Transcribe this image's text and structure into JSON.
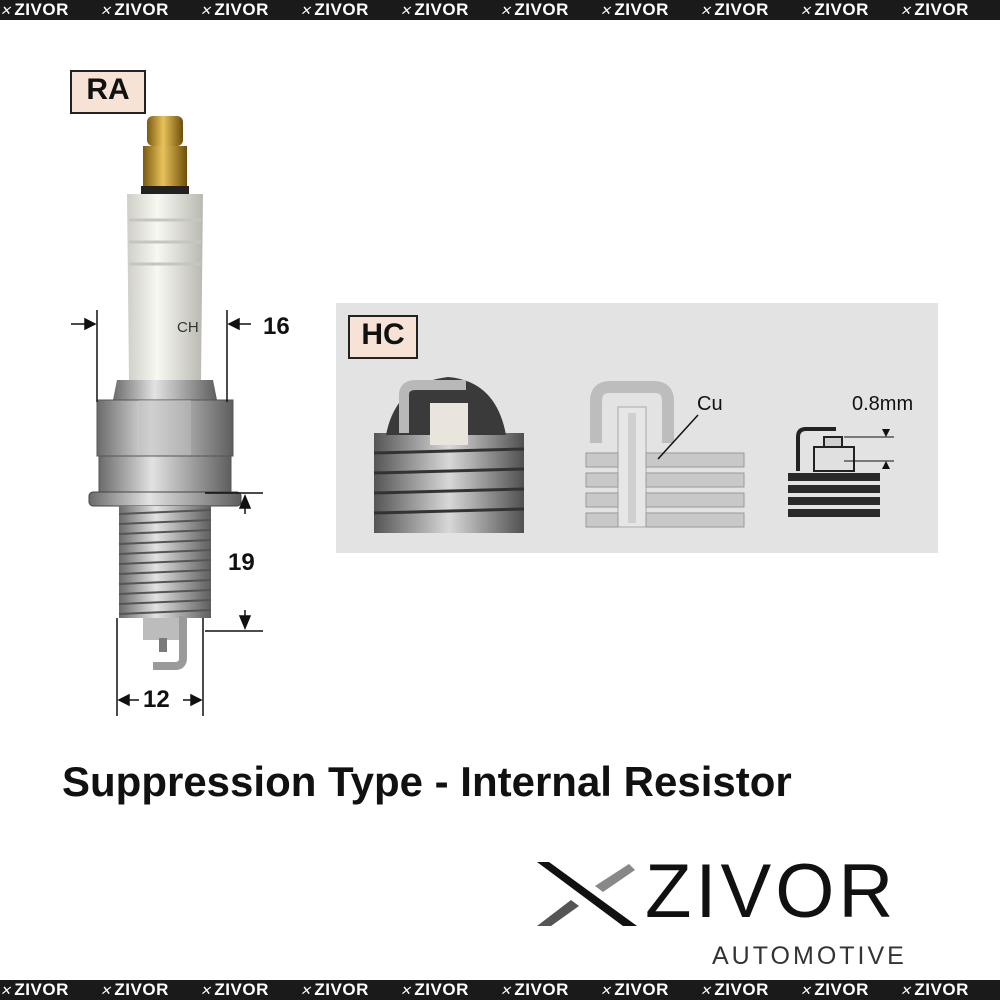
{
  "watermark_text": "ZIVOR",
  "top_band": [
    "ZIVOR",
    "ZIVOR",
    "ZIVOR",
    "ZIVOR",
    "ZIVOR",
    "ZIVOR",
    "ZIVOR",
    "ZIVOR",
    "ZIVOR",
    "ZIVOR"
  ],
  "bottom_band": [
    "ZIVOR",
    "ZIVOR",
    "ZIVOR",
    "ZIVOR",
    "ZIVOR",
    "ZIVOR",
    "ZIVOR",
    "ZIVOR",
    "ZIVOR",
    "ZIVOR"
  ],
  "ra_label": "RA",
  "hc_label": "HC",
  "plug_print": "CH",
  "dimensions": {
    "hex": "16",
    "reach": "19",
    "thread": "12"
  },
  "hc_panel": {
    "core_label": "Cu",
    "gap_label": "0.8mm"
  },
  "caption": "Suppression Type - Internal Resistor",
  "brand": {
    "name": "ZIVOR",
    "sub": "AUTOMOTIVE"
  },
  "colors": {
    "band": "#1a1a1a",
    "label_bg": "#f6e3d6",
    "panel_bg": "#e3e3e3"
  }
}
